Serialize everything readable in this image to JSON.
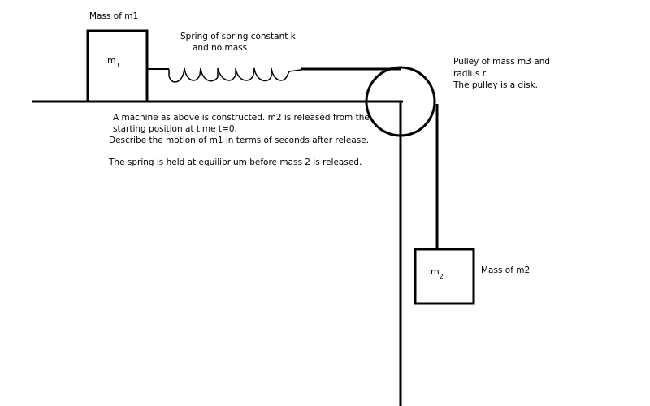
{
  "labels": {
    "mass_m1": "Mass of m1",
    "spring_line1": "Spring of spring constant k",
    "spring_line2": "and no mass",
    "pulley_line1": "Pulley of mass m3 and",
    "pulley_line2": "radius r.",
    "pulley_line3": "The pulley is a disk.",
    "mass_m2": "Mass of m2"
  },
  "blocks": {
    "m1": {
      "letter": "m",
      "sub": "1"
    },
    "m2": {
      "letter": "m",
      "sub": "2"
    }
  },
  "problem": {
    "line1": "A machine as above is constructed.  m2 is released from the",
    "line2": "starting position at time t=0.",
    "line3": "Describe the motion of m1 in terms of seconds after release.",
    "line4": "The spring is held at equilibrium before mass 2 is released."
  },
  "colors": {
    "ink": "#000000",
    "background": "#ffffff"
  }
}
